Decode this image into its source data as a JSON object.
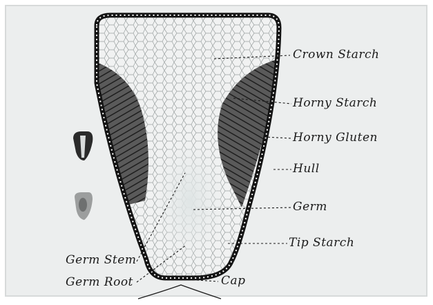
{
  "labels": {
    "crown_starch": "Crown Starch",
    "horny_starch": "Horny Starch",
    "horny_gluten": "Horny Gluten",
    "hull": "Hull",
    "germ": "Germ",
    "tip_starch": "Tip Starch",
    "germ_stem": "Germ Stem",
    "germ_root": "Germ Root",
    "cap": "Cap"
  },
  "colors": {
    "background": "#ffffff",
    "panel": "#eceeee",
    "hull": "#141414",
    "horny": "#3c3c3c",
    "starch": "#f1f2f2",
    "ink": "#1a1a1a"
  }
}
